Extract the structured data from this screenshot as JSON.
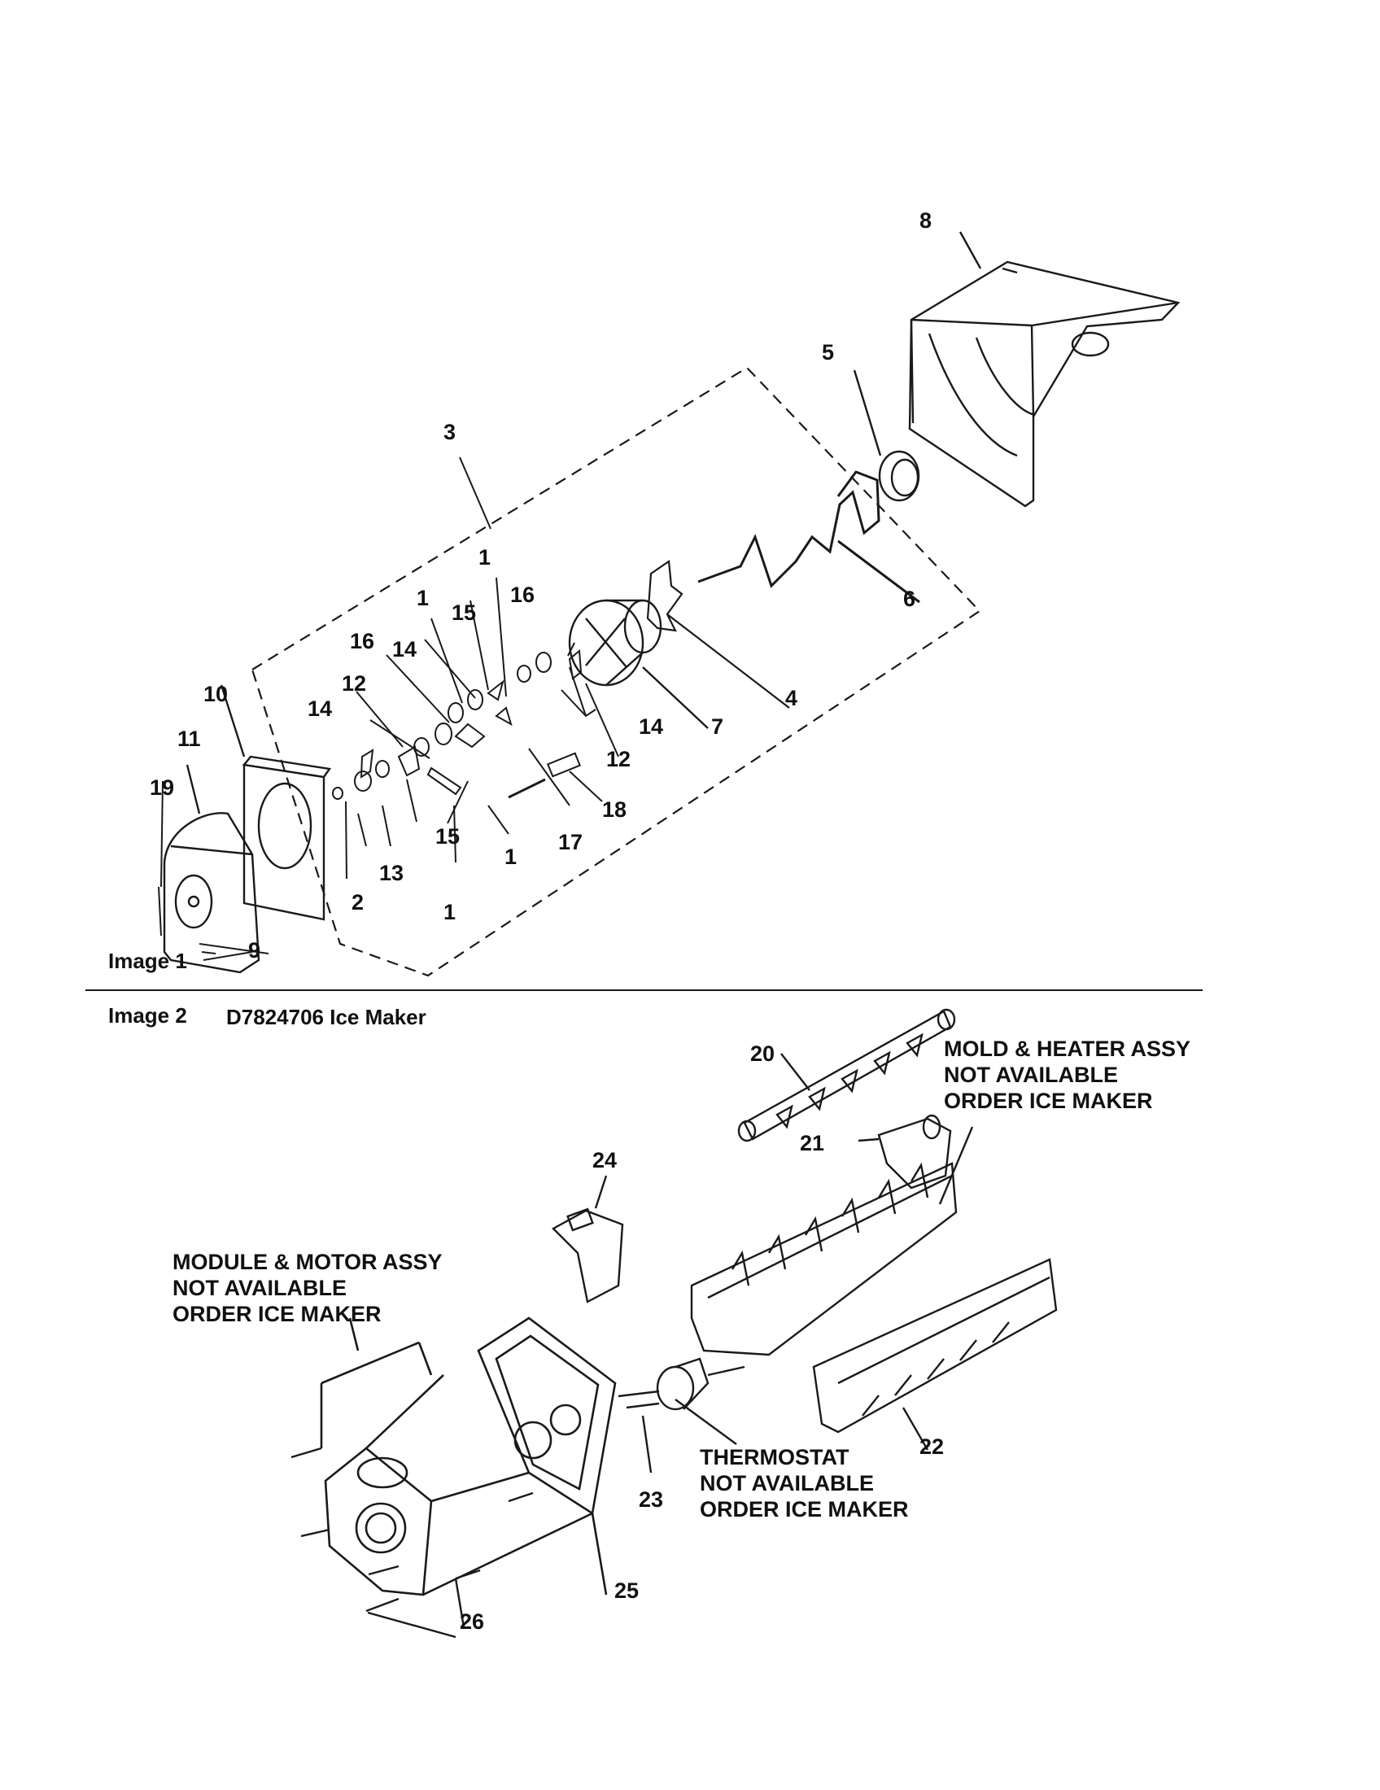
{
  "image1": {
    "caption": "Image 1",
    "callouts": {
      "c1a": "1",
      "c1b": "1",
      "c1c": "1",
      "c1d": "1",
      "c2": "2",
      "c3": "3",
      "c4": "4",
      "c5": "5",
      "c6": "6",
      "c7": "7",
      "c8": "8",
      "c9": "9",
      "c10": "10",
      "c11": "11",
      "c12a": "12",
      "c12b": "12",
      "c13": "13",
      "c14a": "14",
      "c14b": "14",
      "c14c": "14",
      "c15a": "15",
      "c15b": "15",
      "c16a": "16",
      "c16b": "16",
      "c17": "17",
      "c18": "18",
      "c19": "19"
    }
  },
  "image2": {
    "caption": "Image 2",
    "title": "D7824706 Ice Maker",
    "callouts": {
      "c20": "20",
      "c21": "21",
      "c22": "22",
      "c23": "23",
      "c24": "24",
      "c25": "25",
      "c26": "26"
    },
    "notes": {
      "mold": [
        "MOLD & HEATER ASSY",
        "NOT AVAILABLE",
        "ORDER ICE MAKER"
      ],
      "module": [
        "MODULE & MOTOR ASSY",
        "NOT AVAILABLE",
        "ORDER ICE MAKER"
      ],
      "thermostat": [
        "THERMOSTAT",
        "NOT AVAILABLE",
        "ORDER ICE MAKER"
      ]
    }
  }
}
